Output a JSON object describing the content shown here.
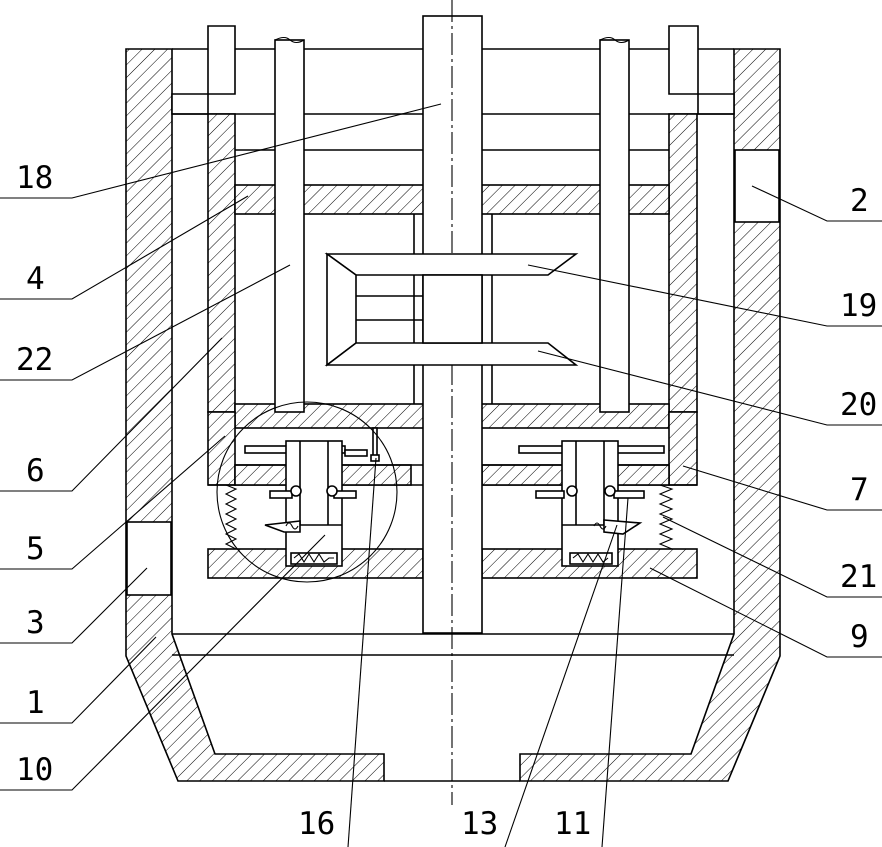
{
  "callouts": {
    "c1": "1",
    "c2": "2",
    "c3": "3",
    "c4": "4",
    "c5": "5",
    "c6": "6",
    "c7": "7",
    "c9": "9",
    "c10": "10",
    "c11": "11",
    "c13": "13",
    "c16": "16",
    "c18": "18",
    "c19": "19",
    "c20": "20",
    "c21": "21",
    "c22": "22"
  }
}
